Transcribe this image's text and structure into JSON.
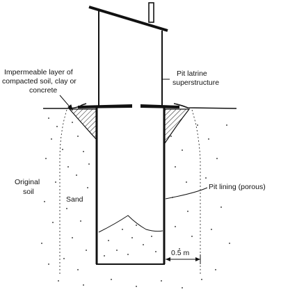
{
  "labels": {
    "impermeable_line1": "Impermeable layer of",
    "impermeable_line2": "compacted soil, clay or",
    "impermeable_line3": "concrete",
    "superstructure_line1": "Pit latrine",
    "superstructure_line2": "superstructure",
    "original_soil_line1": "Original",
    "original_soil_line2": "soil",
    "sand": "Sand",
    "pit_lining": "Pit lining (porous)",
    "dimension": "0.5 m"
  },
  "colors": {
    "ink": "#111111",
    "background": "#ffffff"
  }
}
